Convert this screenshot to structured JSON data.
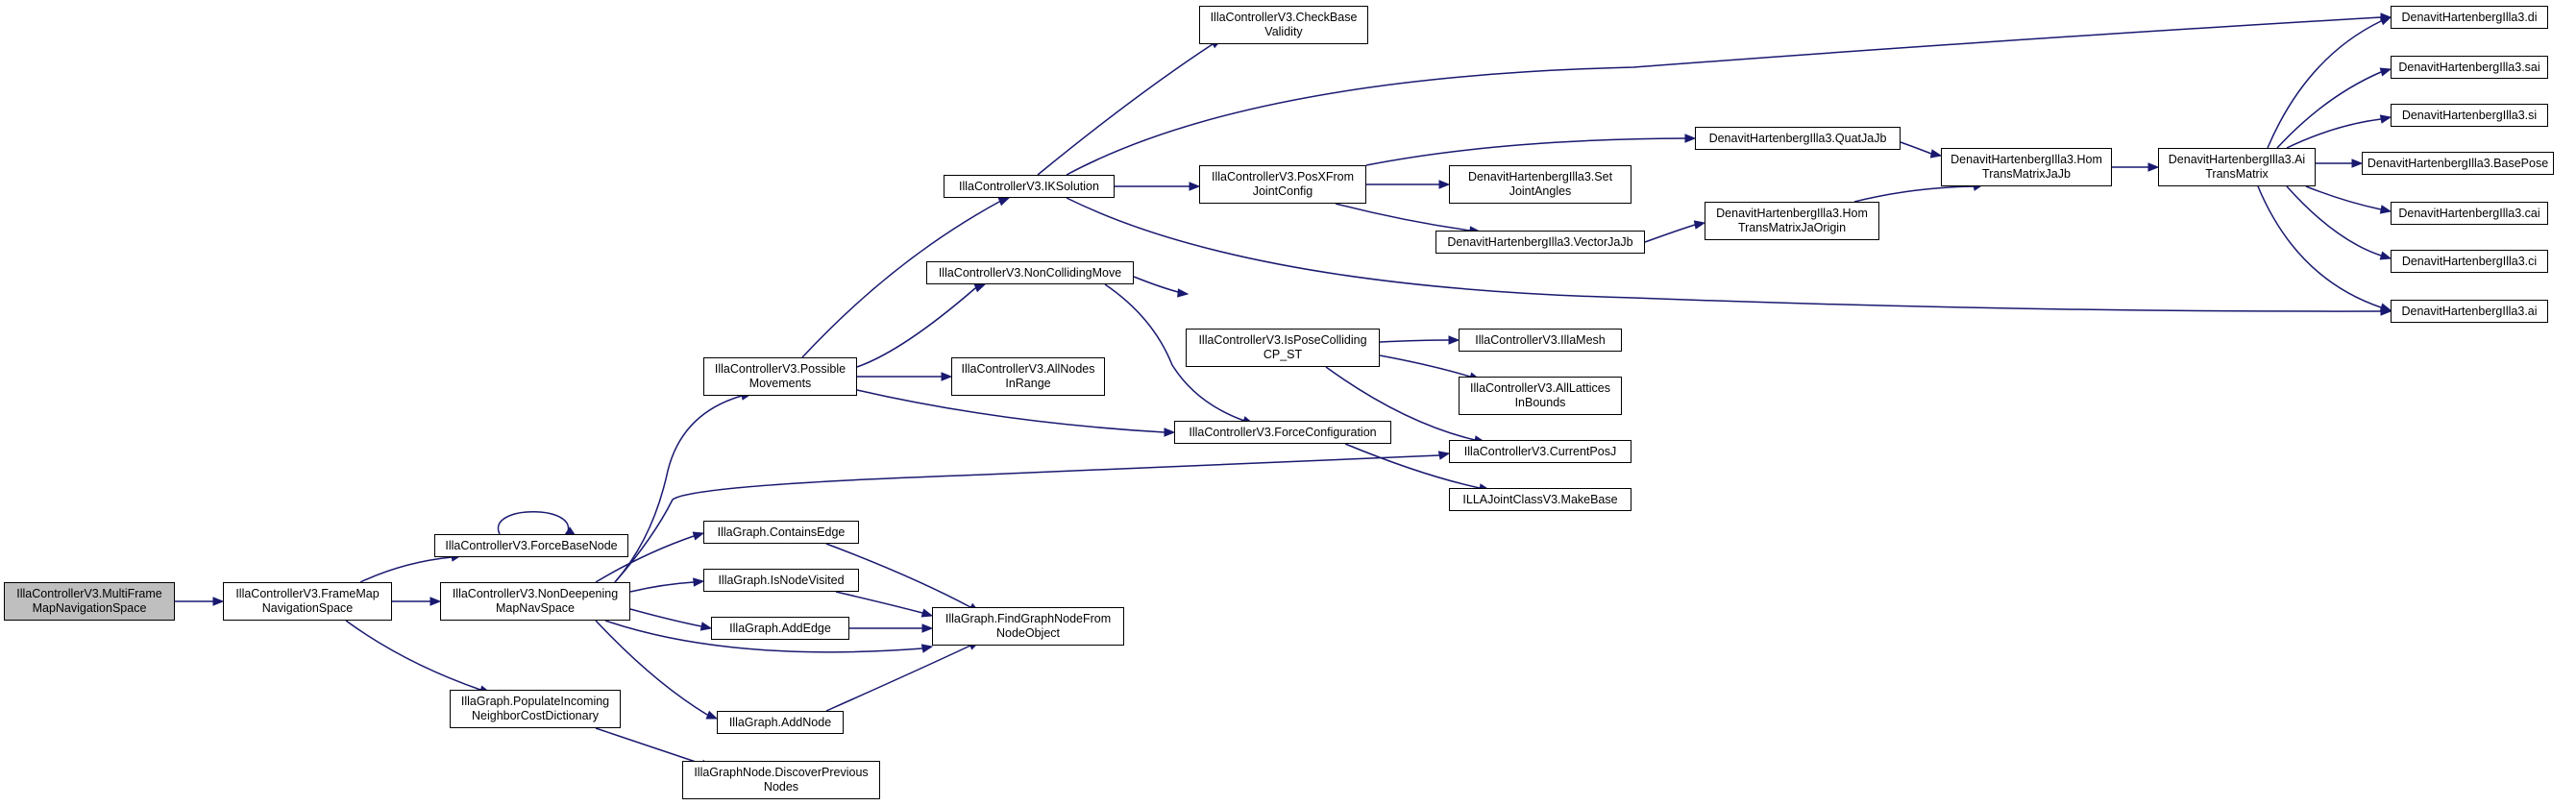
{
  "colors": {
    "edge": "#191970",
    "node_border": "#000000",
    "node_fill": "#ffffff",
    "root_fill": "#bfbfbf"
  },
  "nodes": {
    "n0": "IllaControllerV3.MultiFrame\nMapNavigationSpace",
    "n1": "IllaControllerV3.FrameMap\nNavigationSpace",
    "n2": "IllaControllerV3.ForceBaseNode",
    "n3": "IllaControllerV3.NonDeepening\nMapNavSpace",
    "n4": "IllaGraph.PopulateIncoming\nNeighborCostDictionary",
    "n5": "IllaControllerV3.Possible\nMovements",
    "n6": "IllaGraph.ContainsEdge",
    "n7": "IllaGraph.IsNodeVisited",
    "n8": "IllaGraph.AddEdge",
    "n9": "IllaGraph.AddNode",
    "n10": "IllaGraphNode.DiscoverPrevious\nNodes",
    "n11": "IllaControllerV3.IKSolution",
    "n12": "IllaControllerV3.NonCollidingMove",
    "n13": "IllaControllerV3.AllNodes\nInRange",
    "n14": "IllaControllerV3.ForceConfiguration",
    "n15": "IllaGraph.FindGraphNodeFrom\nNodeObject",
    "n16": "IllaControllerV3.CheckBase\nValidity",
    "n17": "IllaControllerV3.PosXFrom\nJointConfig",
    "n18": "IllaControllerV3.IsPoseColliding\nCP_ST",
    "n19": "IllaControllerV3.CurrentPosJ",
    "n20": "ILLAJointClassV3.MakeBase",
    "n21": "DenavitHartenbergIlla3.QuatJaJb",
    "n22": "DenavitHartenbergIlla3.Set\nJointAngles",
    "n23": "DenavitHartenbergIlla3.VectorJaJb",
    "n24": "IllaControllerV3.IllaMesh",
    "n25": "IllaControllerV3.AllLattices\nInBounds",
    "n26": "DenavitHartenbergIlla3.Hom\nTransMatrixJaOrigin",
    "n27": "DenavitHartenbergIlla3.Hom\nTransMatrixJaJb",
    "n28": "DenavitHartenbergIlla3.Ai\nTransMatrix",
    "n29": "DenavitHartenbergIlla3.di",
    "n30": "DenavitHartenbergIlla3.sai",
    "n31": "DenavitHartenbergIlla3.si",
    "n32": "DenavitHartenbergIlla3.BasePose",
    "n33": "DenavitHartenbergIlla3.cai",
    "n34": "DenavitHartenbergIlla3.ci",
    "n35": "DenavitHartenbergIlla3.ai"
  }
}
